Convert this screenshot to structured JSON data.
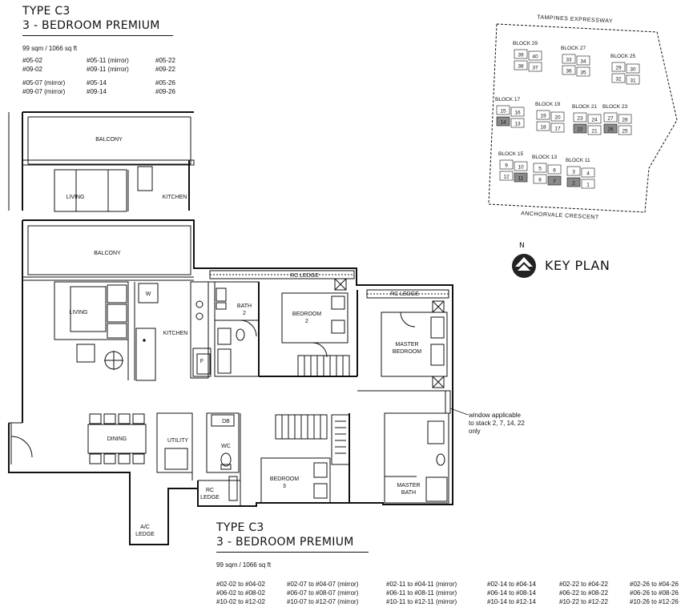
{
  "top_header": {
    "type": "TYPE C3",
    "name": "3 - BEDROOM PREMIUM",
    "area": "99 sqm / 1066 sq ft",
    "units": [
      [
        "#05-02",
        "#05-11 (mirror)",
        "#05-22"
      ],
      [
        "#09-02",
        "#09-11 (mirror)",
        "#09-22"
      ],
      [
        "#05-07 (mirror)",
        "#05-14",
        "#05-26"
      ],
      [
        "#09-07 (mirror)",
        "#09-14",
        "#09-26"
      ]
    ]
  },
  "bottom_header": {
    "type": "TYPE C3",
    "name": "3 - BEDROOM PREMIUM",
    "area": "99 sqm / 1066 sq ft",
    "units": [
      [
        "#02-02 to #04-02",
        "#06-02 to #08-02",
        "#10-02 to #12-02"
      ],
      [
        "#02-07 to #04-07 (mirror)",
        "#06-07 to #08-07 (mirror)",
        "#10-07 to #12-07 (mirror)"
      ],
      [
        "#02-11 to #04-11 (mirror)",
        "#06-11 to #08-11 (mirror)",
        "#10-11 to #12-11 (mirror)"
      ],
      [
        "#02-14 to #04-14",
        "#06-14 to #08-14",
        "#10-14 to #12-14"
      ],
      [
        "#02-22 to #04-22",
        "#06-22 to #08-22",
        "#10-22 to #12-22"
      ],
      [
        "#02-26 to #04-26",
        "#06-26 to #08-26",
        "#10-26 to #12-26"
      ]
    ]
  },
  "rooms": {
    "balcony_top": "BALCONY",
    "living_top": "LIVING",
    "kitchen_top": "KITCHEN",
    "balcony": "BALCONY",
    "living": "LIVING",
    "kitchen": "KITCHEN",
    "w": "W",
    "f": "F",
    "bath2": "BATH\n2",
    "bath2_l1": "BATH",
    "bath2_l2": "2",
    "bedroom2_l1": "BEDROOM",
    "bedroom2_l2": "2",
    "master_bedroom_l1": "MASTER",
    "master_bedroom_l2": "BEDROOM",
    "rc_ledge_1": "RC LEDGE",
    "rc_ledge_2": "RC LEDGE",
    "dining": "DINING",
    "utility": "UTILITY",
    "db": "DB",
    "wc": "WC",
    "rc_ledge_3_l1": "RC",
    "rc_ledge_3_l2": "LEDGE",
    "bedroom3_l1": "BEDROOM",
    "bedroom3_l2": "3",
    "master_bath_l1": "MASTER",
    "master_bath_l2": "BATH",
    "ac_ledge_l1": "A/C",
    "ac_ledge_l2": "LEDGE"
  },
  "window_note": [
    "window applicable",
    "to stack 2, 7, 14, 22",
    "only"
  ],
  "key_plan": {
    "title": "KEY PLAN",
    "north": "N",
    "road_top": "TAMPINES EXPRESSWAY",
    "road_bottom": "ANCHORVALE CRESCENT",
    "blocks": [
      {
        "label": "BLOCK 29",
        "units": [
          "39",
          "40",
          "38",
          "37"
        ]
      },
      {
        "label": "BLOCK 27",
        "units": [
          "33",
          "34",
          "36",
          "35"
        ]
      },
      {
        "label": "BLOCK 25",
        "units": [
          "29",
          "30",
          "32",
          "31"
        ]
      },
      {
        "label": "BLOCK 17",
        "units": [
          "15",
          "16",
          "14",
          "13"
        ]
      },
      {
        "label": "BLOCK 19",
        "units": [
          "19",
          "20",
          "18",
          "17"
        ]
      },
      {
        "label": "BLOCK 21",
        "units": [
          "23",
          "24",
          "22",
          "21"
        ]
      },
      {
        "label": "BLOCK 23",
        "units": [
          "27",
          "28",
          "26",
          "25"
        ]
      },
      {
        "label": "BLOCK 15",
        "units": [
          "9",
          "10",
          "12",
          "11"
        ]
      },
      {
        "label": "BLOCK 13",
        "units": [
          "5",
          "6",
          "8",
          "7"
        ]
      },
      {
        "label": "BLOCK 11",
        "units": [
          "3",
          "4",
          "2",
          "1"
        ]
      }
    ],
    "highlight_color": "#8a8a8a"
  }
}
